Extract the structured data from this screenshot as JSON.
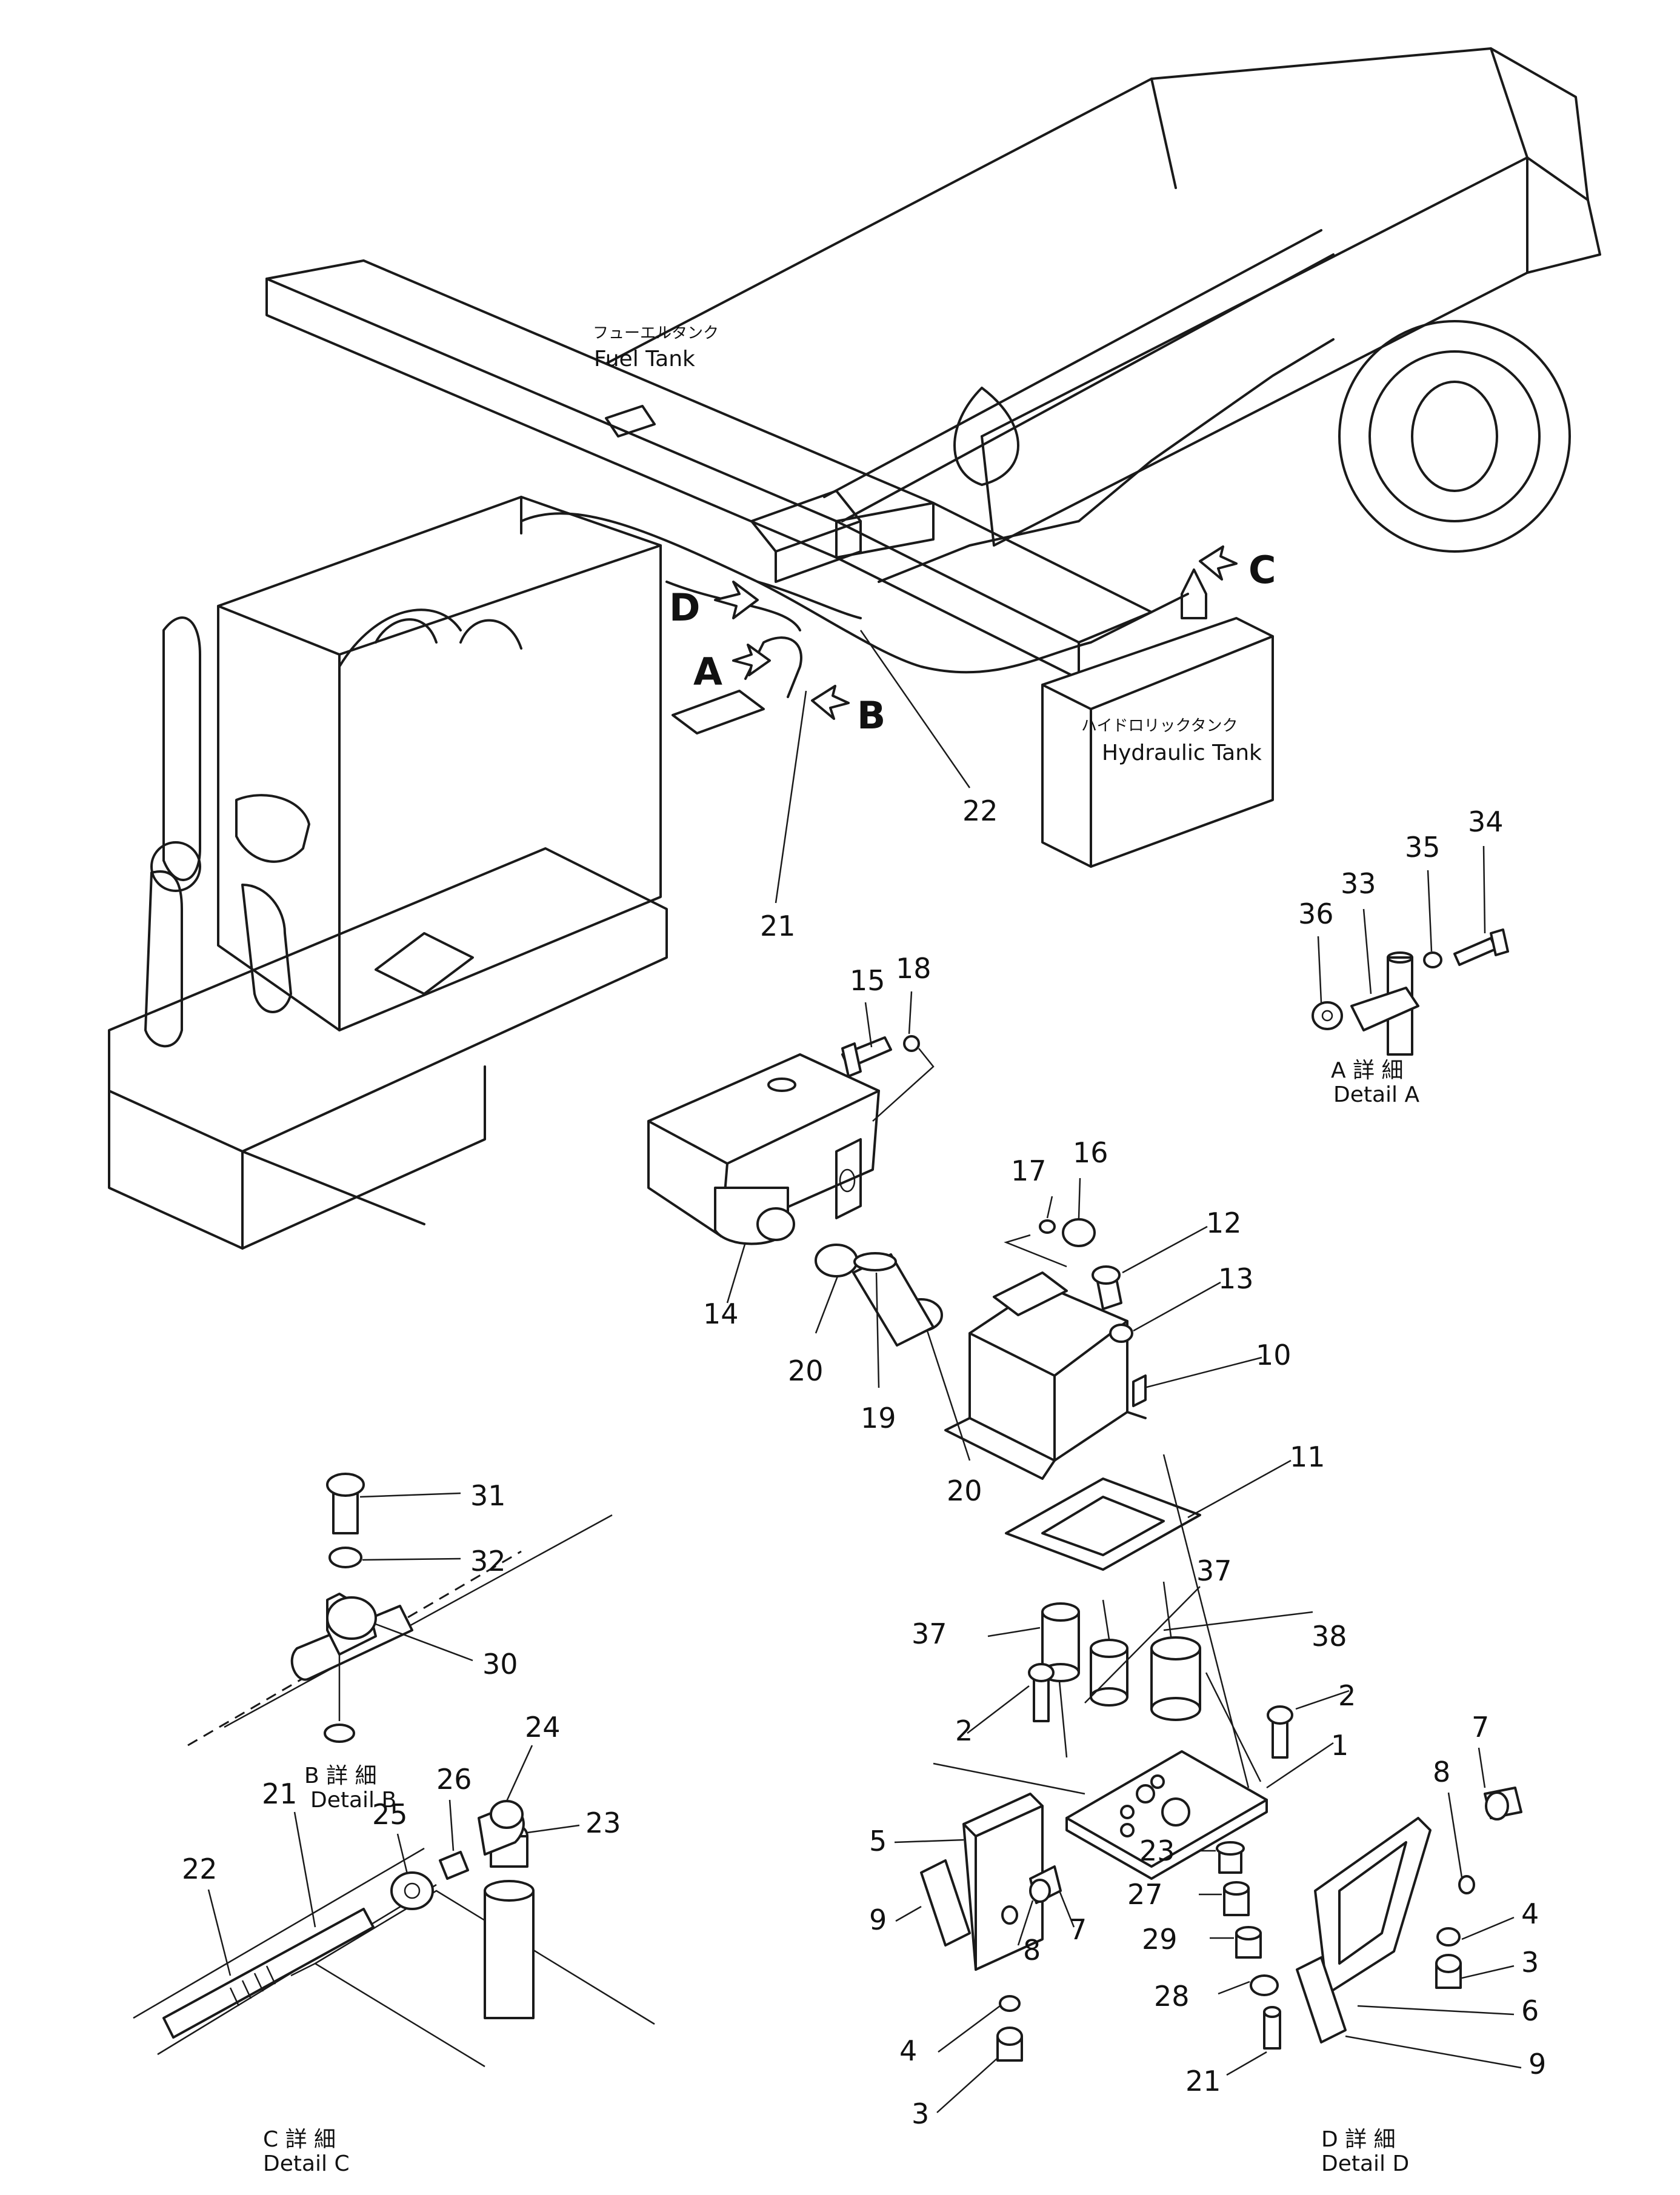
{
  "labels": {
    "fuel_tank_jp": "フューエルタンク",
    "fuel_tank": "Fuel Tank",
    "hydraulic_tank_jp": "ハイドロリックタンク",
    "hydraulic_tank": "Hydraulic Tank"
  },
  "callouts": {
    "A": "A",
    "B": "B",
    "C": "C",
    "D": "D"
  },
  "details": {
    "a_jp": "A 詳 細",
    "a": "Detail A",
    "b_jp": "B 詳 細",
    "b": "Detail B",
    "c_jp": "C 詳 細",
    "c": "Detail C",
    "d_jp": "D 詳 細",
    "d": "Detail D"
  },
  "parts": {
    "p1": "1",
    "p2": "2",
    "p3": "3",
    "p4": "4",
    "p5": "5",
    "p6": "6",
    "p7": "7",
    "p8": "8",
    "p9": "9",
    "p10": "10",
    "p11": "11",
    "p12": "12",
    "p13": "13",
    "p14": "14",
    "p15": "15",
    "p16": "16",
    "p17": "17",
    "p18": "18",
    "p19": "19",
    "p20": "20",
    "p21": "21",
    "p22": "22",
    "p23": "23",
    "p24": "24",
    "p25": "25",
    "p26": "26",
    "p27": "27",
    "p28": "28",
    "p29": "29",
    "p30": "30",
    "p31": "31",
    "p32": "32",
    "p33": "33",
    "p34": "34",
    "p35": "35",
    "p36": "36",
    "p37": "37",
    "p38": "38"
  }
}
